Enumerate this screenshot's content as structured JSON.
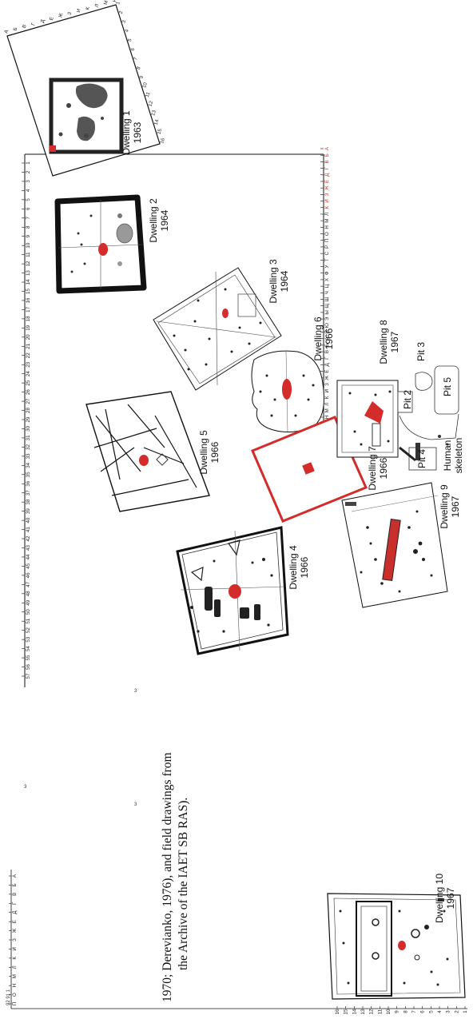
{
  "dwellings": [
    {
      "key": "d1",
      "name": "Dwelling 1",
      "year": "1963"
    },
    {
      "key": "d2",
      "name": "Dwelling 2",
      "year": "1964"
    },
    {
      "key": "d3",
      "name": "Dwelling 3",
      "year": "1964"
    },
    {
      "key": "d4",
      "name": "Dwelling 4",
      "year": "1966"
    },
    {
      "key": "d5",
      "name": "Dwelling 5",
      "year": "1966"
    },
    {
      "key": "d6",
      "name": "Dwelling 6",
      "year": "1966"
    },
    {
      "key": "d7",
      "name": "Dwelling 7",
      "year": "1966"
    },
    {
      "key": "d8",
      "name": "Dwelling 8",
      "year": "1967"
    },
    {
      "key": "d9",
      "name": "Dwelling 9",
      "year": "1967"
    },
    {
      "key": "d10",
      "name": "Dwelling 10",
      "year": "1967"
    }
  ],
  "pits": [
    "Pit 2",
    "Pit 3",
    "Pit 4",
    "Pit 5"
  ],
  "skeleton": {
    "line1": "Human",
    "line2": "skeleton"
  },
  "numeric_axis": [
    "1",
    "2",
    "3",
    "4",
    "5",
    "6",
    "7",
    "8",
    "9",
    "10",
    "11",
    "12",
    "13",
    "14",
    "15",
    "16",
    "17",
    "18",
    "19",
    "20",
    "21",
    "22",
    "23",
    "24",
    "25",
    "26",
    "27",
    "28",
    "29",
    "30",
    "31",
    "32",
    "33",
    "34",
    "35",
    "36",
    "37",
    "38",
    "39",
    "40",
    "41",
    "42",
    "43",
    "44",
    "45",
    "46",
    "47",
    "48",
    "49",
    "50",
    "51",
    "52",
    "53",
    "54",
    "55",
    "56",
    "57"
  ],
  "letter_axis_red": [
    "А",
    "Б",
    "В",
    "Г",
    "Д",
    "Е",
    "Ж",
    "З",
    "И",
    "К"
  ],
  "letter_axis_black": [
    "Л",
    "М",
    "Н",
    "О",
    "П",
    "Р",
    "С",
    "Т",
    "У",
    "Ф",
    "Х",
    "Ц",
    "Ч",
    "Ш",
    "Щ",
    "Ы",
    "Э",
    "Ю",
    "Я",
    "А",
    "Б",
    "В",
    "Г",
    "Д",
    "Е",
    "Ж",
    "З",
    "И",
    "К",
    "Л",
    "М",
    "Н",
    "О",
    "П",
    "Р",
    "С",
    "Т"
  ],
  "d1_letters": [
    "А",
    "Б",
    "В",
    "Г",
    "Д",
    "Е",
    "Ж",
    "З",
    "И",
    "К",
    "Л",
    "М",
    "Н"
  ],
  "d1_numbers": [
    "1",
    "2",
    "3",
    "4",
    "5",
    "6",
    "7",
    "8",
    "9",
    "10",
    "11",
    "12",
    "13",
    "14",
    "15",
    "16"
  ],
  "d10_letters": [
    "А",
    "Б",
    "В",
    "Г",
    "Д",
    "Е",
    "Ж",
    "З",
    "И",
    "К",
    "Л",
    "М",
    "Н",
    "О",
    "П"
  ],
  "d10_numbers": [
    "16",
    "15",
    "14",
    "13",
    "12",
    "11",
    "10",
    "9",
    "8",
    "7",
    "6",
    "5",
    "4",
    "3",
    "2",
    "1"
  ],
  "caption": {
    "line1": "1970; Derevianko, 1976), and field drawings from",
    "line2": "the Archive of the IAET SB RAS)."
  },
  "stray": {
    "a": "3",
    "b": "3",
    "c": "3",
    "d": "92 91 1"
  },
  "colors": {
    "accent": "#d42b2b",
    "hearth": "#c9302c",
    "ink": "#111111"
  }
}
